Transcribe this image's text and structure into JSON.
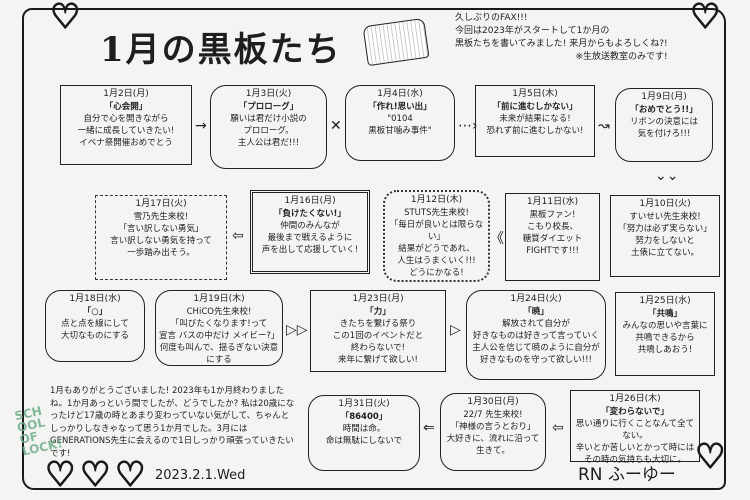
{
  "title": "1月の黒板たち",
  "note": [
    "久しぶりのFAX!!!",
    "今回は2023年がスタートして1か月の",
    "黒板たちを書いてみました! 来月からもよろしくね?!",
    "※生放送教室のみです!"
  ],
  "boards": [
    {
      "date": "1月2日(月)",
      "style": "solid",
      "lines": [
        "「心会開」",
        "自分で心を開きながら",
        "一緒に成長していきたい!",
        "イベナ祭開催おめでとう"
      ]
    },
    {
      "date": "1月3日(火)",
      "style": "round",
      "lines": [
        "「プロローグ」",
        "願いは君だけ小説の",
        "プロローグ。",
        "主人公は君だ!!!"
      ]
    },
    {
      "date": "1月4日(水)",
      "style": "round",
      "lines": [
        "「作れ!思い出」",
        "\"0104",
        "黒板甘噛み事件\""
      ]
    },
    {
      "date": "1月5日(木)",
      "style": "solid",
      "lines": [
        "「前に進むしかない」",
        "未来が結果になる!",
        "恐れず前に進むしかない!"
      ]
    },
    {
      "date": "1月9日(月)",
      "style": "round",
      "lines": [
        "「おめでとう!!」",
        "リボンの決意には",
        "気を付けろ!!!"
      ]
    },
    {
      "date": "1月10日(火)",
      "style": "solid",
      "lines": [
        "すいせい先生来校!",
        "「努力は必ず実らない」",
        "努力をしないと",
        "土俵に立てない。"
      ]
    },
    {
      "date": "1月11日(水)",
      "style": "solid",
      "lines": [
        "黒板ファン!",
        "こもり校長、",
        "糖質ダイエット",
        "FIGHTです!!!"
      ]
    },
    {
      "date": "1月12日(木)",
      "style": "dot",
      "lines": [
        "STUTS先生来校!",
        "「毎日が良いとは限らない」",
        "結果がどうであれ、",
        "人生はうまくいく!!!",
        "どうにかなる!"
      ]
    },
    {
      "date": "1月16日(月)",
      "style": "dbl",
      "lines": [
        "「負けたくない!」",
        "仲間のみんなが",
        "最後まで戦えるように",
        "声を出して応援していく!"
      ]
    },
    {
      "date": "1月17日(火)",
      "style": "dash",
      "lines": [
        "雪乃先生来校!",
        "「言い訳しない勇気」",
        "言い訳しない勇気を持って",
        "一歩踏み出そう。"
      ]
    },
    {
      "date": "1月18日(水)",
      "style": "round",
      "lines": [
        "「○」",
        "点と点を線にして",
        "大切なものにする"
      ]
    },
    {
      "date": "1月19日(木)",
      "style": "round",
      "lines": [
        "CHiCO先生来校!",
        "「叫びたくなります!って",
        "宣言 バスの中だけ メイビー?」",
        "何度も叫んで、揺るぎない決意にする"
      ]
    },
    {
      "date": "1月23日(月)",
      "style": "solid",
      "lines": [
        "「力」",
        "きたちを繋げる祭り",
        "この1回のイベントだと",
        "終わらないで!",
        "来年に繋げて欲しい!"
      ]
    },
    {
      "date": "1月24日(火)",
      "style": "round",
      "lines": [
        "「暁」",
        "解放されて自分が",
        "好きなものは好きって言っていく",
        "主人公を信じて暁のように自分が",
        "好きなものを守って欲しい!!!"
      ]
    },
    {
      "date": "1月25日(水)",
      "style": "solid",
      "lines": [
        "「共鳴」",
        "みんなの思いや言葉に",
        "共鳴できるから",
        "共鳴しあおう!"
      ]
    },
    {
      "date": "1月26日(木)",
      "style": "solid",
      "lines": [
        "「変わらないで」",
        "思い通りに行くことなんて全てない。",
        "辛いとか苦しいとかって時には",
        "その時の気持ちも大切に。"
      ]
    },
    {
      "date": "1月30日(月)",
      "style": "round",
      "lines": [
        "22/7 先生来校!",
        "「神様の言うとおり」",
        "大好きに、流れに沿って",
        "生きて。"
      ]
    },
    {
      "date": "1月31日(火)",
      "style": "round",
      "lines": [
        "「86400」",
        "時間は命。",
        "命は無駄にしないで"
      ]
    }
  ],
  "message": "1月もありがとうございました! 2023年も1か月終わりましたね。1か月あっという間でしたが、どうでしたか? 私は20歳になったけど17歳の時とあまり変わっていない気がして、ちゃんとしっかりしなきゃなって思う1か月でした。3月にはGENERATIONS先生に会えるので1日しっかり頑張っていきたいです!",
  "signature_date": "2023.2.1.Wed",
  "radio_name": "RN ふーゆー",
  "logo_text": "SCHOOL OF LOCK!"
}
